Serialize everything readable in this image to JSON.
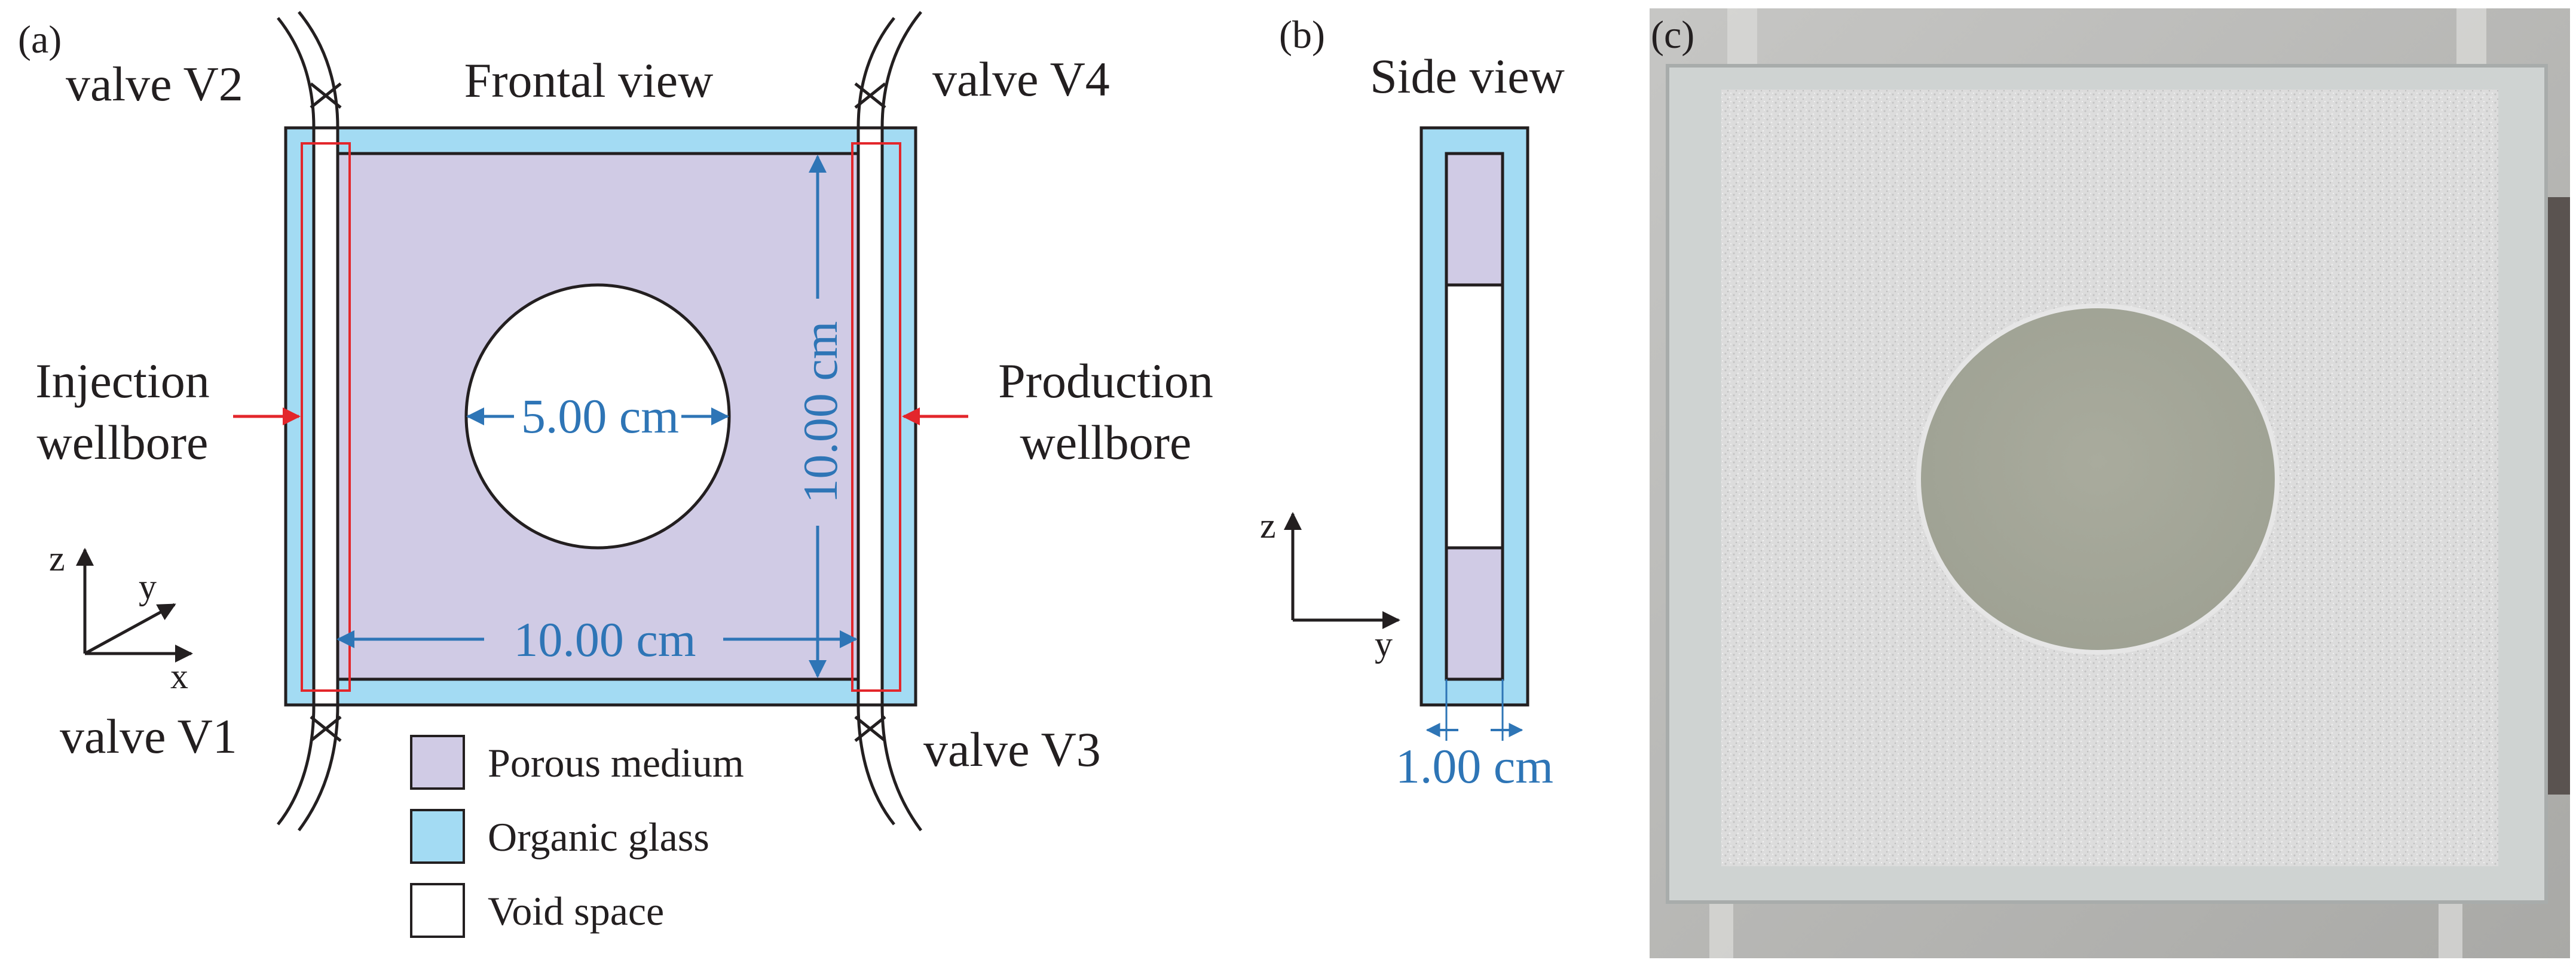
{
  "panels": {
    "a": "(a)",
    "b": "(b)",
    "c": "(c)"
  },
  "frontal": {
    "title": "Frontal view",
    "valve_v1": "valve V1",
    "valve_v2": "valve V2",
    "valve_v3": "valve V3",
    "valve_v4": "valve V4",
    "injection_line1": "Injection",
    "injection_line2": "wellbore",
    "production_line1": "Production",
    "production_line2": "wellbore",
    "diameter": "5.00 cm",
    "height": "10.00 cm",
    "width": "10.00 cm",
    "axis_z": "z",
    "axis_y": "y",
    "axis_x": "x"
  },
  "legend": [
    {
      "label": "Porous medium",
      "color": "#d0cbe5"
    },
    {
      "label": "Organic glass",
      "color": "#a3dbf3"
    },
    {
      "label": "Void space",
      "color": "#ffffff"
    }
  ],
  "side": {
    "title": "Side view",
    "thickness": "1.00 cm",
    "axis_z": "z",
    "axis_y": "y"
  },
  "colors": {
    "porous": "#d0cbe5",
    "glass": "#a3dbf3",
    "dimension": "#2e75b6",
    "wellbore_highlight": "#e3262b",
    "outline": "#231f20"
  },
  "photo": {
    "icons": [
      "sand-pack-photo"
    ]
  }
}
